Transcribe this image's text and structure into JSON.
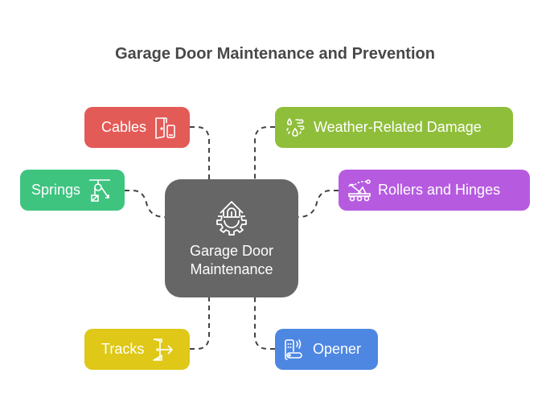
{
  "title": "Garage Door Maintenance and Prevention",
  "center": {
    "label_line1": "Garage Door",
    "label_line2": "Maintenance",
    "icon": "house-gear-icon",
    "color": "#666666"
  },
  "nodes": [
    {
      "label": "Cables",
      "icon": "door-phone-icon",
      "color": "#E35B57"
    },
    {
      "label": "Springs",
      "icon": "pulley-weight-icon",
      "color": "#3FC480"
    },
    {
      "label": "Tracks",
      "icon": "door-exit-icon",
      "color": "#DFC817"
    },
    {
      "label": "Weather-Related Damage",
      "icon": "wind-water-drops-icon",
      "color": "#8FBE3A"
    },
    {
      "label": "Rollers and Hinges",
      "icon": "catapult-wheels-icon",
      "color": "#B65BE0"
    },
    {
      "label": "Opener",
      "icon": "smart-lock-remote-icon",
      "color": "#4D87E2"
    }
  ]
}
